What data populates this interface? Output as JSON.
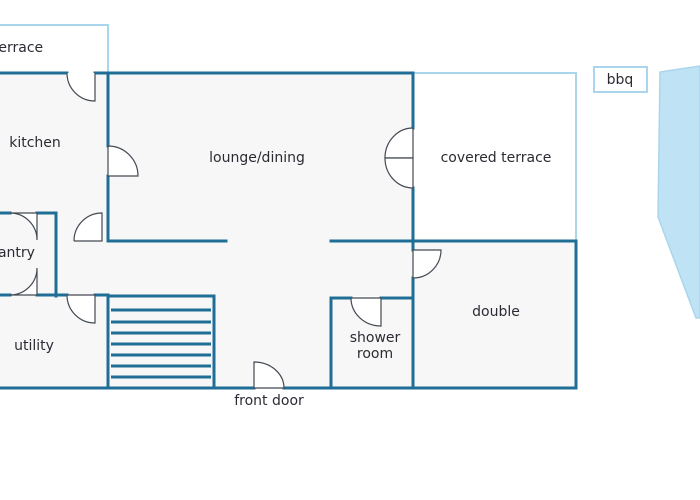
{
  "rooms": {
    "terrace": "terrace",
    "kitchen": "kitchen",
    "lounge": "lounge/dining",
    "covered_terrace": "covered terrace",
    "bbq": "bbq",
    "pantry": "pantry",
    "utility": "utility",
    "double": "double",
    "shower_room_line1": "shower",
    "shower_room_line2": "room",
    "front_door": "front door"
  },
  "colors": {
    "wall": "#1f6e96",
    "floor": "#f7f7f8",
    "outdoor_outline": "#a9d6ec",
    "pool": "#bfe3f5",
    "text": "#2b2b33"
  }
}
